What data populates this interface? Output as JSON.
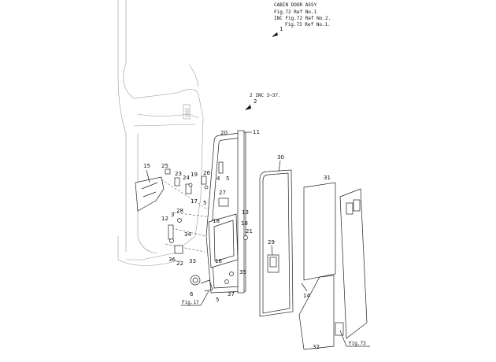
{
  "header": {
    "line1": "CABIN DOOR ASSY",
    "line2": "Fig.72 Ref No.1",
    "line3": "INC Fig.72 Ref No.2.",
    "line4": "Fig.73 Ref No.1."
  },
  "callouts": {
    "c1": "1",
    "c2": "2",
    "inc": "2 INC 3~37."
  },
  "refs": {
    "fig17": "Fig.17",
    "fig73": "Fig.73"
  },
  "parts": {
    "p3": "3",
    "p4": "4",
    "p5a": "5",
    "p5b": "5",
    "p5c": "5",
    "p6": "6",
    "p11": "11",
    "p12": "12",
    "p13": "13",
    "p14": "14",
    "p15": "15",
    "p16": "16",
    "p17": "17",
    "p18a": "18",
    "p18b": "18",
    "p19": "19",
    "p20": "20",
    "p21": "21",
    "p22": "22",
    "p23": "23",
    "p24": "24",
    "p25": "25",
    "p26": "26",
    "p27": "27",
    "p28": "28",
    "p29": "29",
    "p30": "30",
    "p31": "31",
    "p32": "32",
    "p33": "33",
    "p34": "34",
    "p35": "35",
    "p36": "36",
    "p37": "37"
  }
}
